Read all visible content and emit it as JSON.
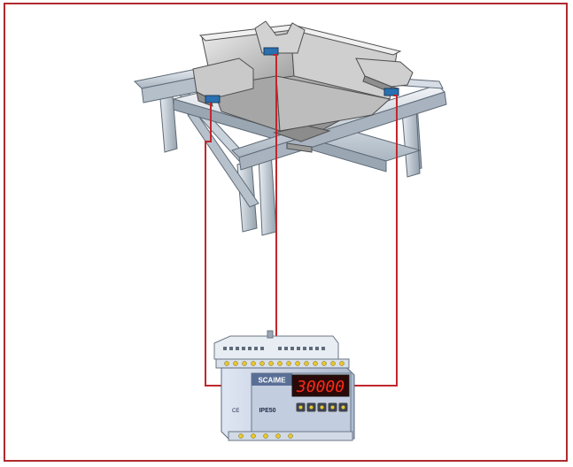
{
  "colors": {
    "frame": "#b02a2e",
    "wire": "#c1272d",
    "steel_light": "#e3e8ee",
    "steel_mid": "#b9c3cd",
    "steel_dark": "#7f8a96",
    "hopper_light": "#dcdcdc",
    "hopper_dark": "#9a9a9a",
    "enclosure": "#cdd6e8",
    "display_red": "#ff2a1a"
  },
  "indicator": {
    "brand": "SCAIME",
    "model": "IPE50",
    "display_value": "30000",
    "ce_mark": "CE",
    "keys": [
      "key-1",
      "key-2",
      "key-3",
      "key-4",
      "key-5"
    ]
  },
  "load_cells": [
    "load-cell-left",
    "load-cell-center",
    "load-cell-right"
  ]
}
